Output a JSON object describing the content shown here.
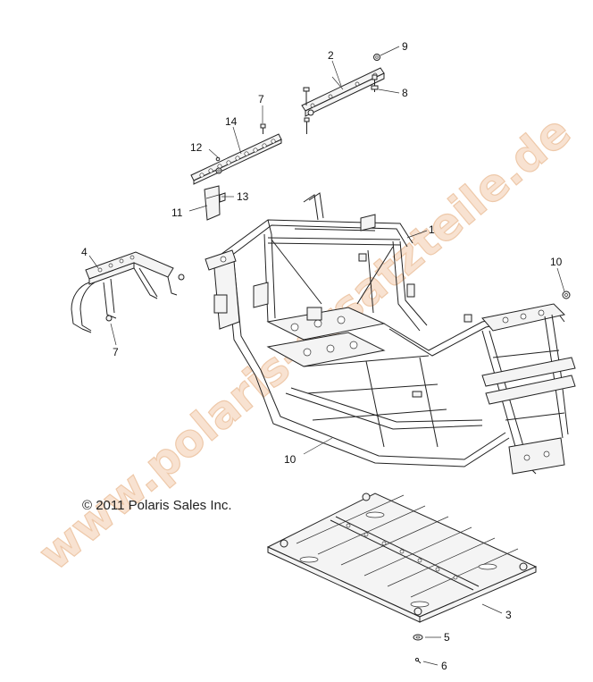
{
  "copyright": "© 2011 Polaris Sales Inc.",
  "watermark": "www.polaris-ersatzteile.de",
  "callouts": {
    "c1": "1",
    "c2": "2",
    "c3": "3",
    "c4": "4",
    "c5": "5",
    "c6": "6",
    "c7a": "7",
    "c7b": "7",
    "c8": "8",
    "c9": "9",
    "c10a": "10",
    "c10b": "10",
    "c11": "11",
    "c12": "12",
    "c13": "13",
    "c14": "14"
  }
}
